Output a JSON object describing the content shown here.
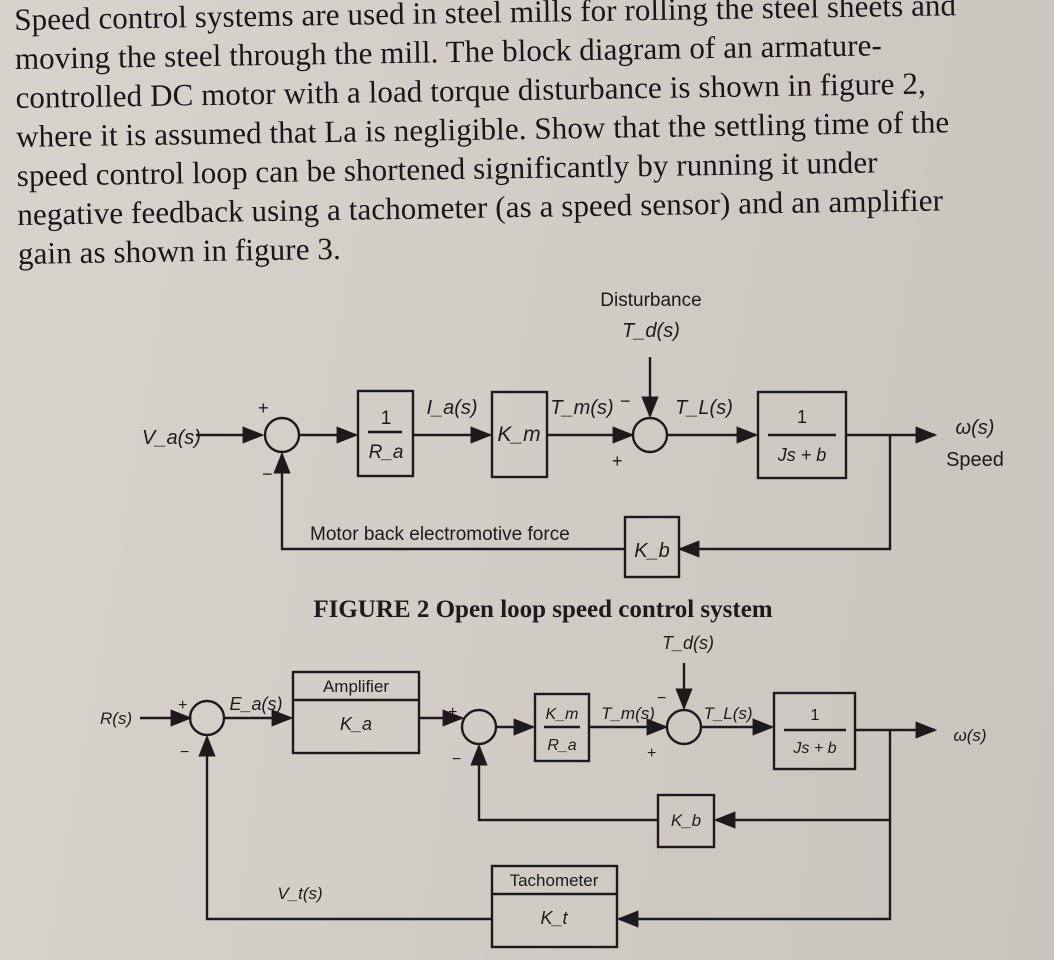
{
  "paragraph": {
    "lines": [
      "Speed control systems are used in steel mills for rolling the steel sheets and",
      "moving the steel through the mill. The block diagram of an armature-",
      "controlled DC motor with a load torque disturbance is shown in figure 2,",
      "where it is assumed that La is negligible. Show that the settling time of the",
      "speed control loop can be shortened significantly by running it under",
      "negative feedback using a tachometer (as a speed sensor) and an amplifier",
      "gain as shown in figure 3."
    ]
  },
  "figure2": {
    "disturbance_label": "Disturbance",
    "td_label": "T_d(s)",
    "input_label": "V_a(s)",
    "ra_block_num": "1",
    "ra_block_den": "R_a",
    "ia_label": "I_a(s)",
    "km_block": "K_m",
    "tm_label": "T_m(s)",
    "tl_label": "T_L(s)",
    "plant_num": "1",
    "plant_den": "Js + b",
    "output_label": "ω(s)",
    "output_caption": "Speed",
    "back_emf_label": "Motor back electromotive force",
    "kb_block": "K_b",
    "plus": "+",
    "minus": "−",
    "caption": "FIGURE 2 Open loop speed control system"
  },
  "figure3": {
    "td_label": "T_d(s)",
    "input_label": "R(s)",
    "ea_label": "E_a(s)",
    "amp_title": "Amplifier",
    "amp_gain": "K_a",
    "kmra_num": "K_m",
    "kmra_den": "R_a",
    "tm_label": "T_m(s)",
    "tl_label": "T_L(s)",
    "plant_num": "1",
    "plant_den": "Js + b",
    "output_label": "ω(s)",
    "kb_block": "K_b",
    "tach_title": "Tachometer",
    "tach_gain": "K_t",
    "vt_label": "V_t(s)",
    "plus": "+",
    "minus": "−"
  }
}
